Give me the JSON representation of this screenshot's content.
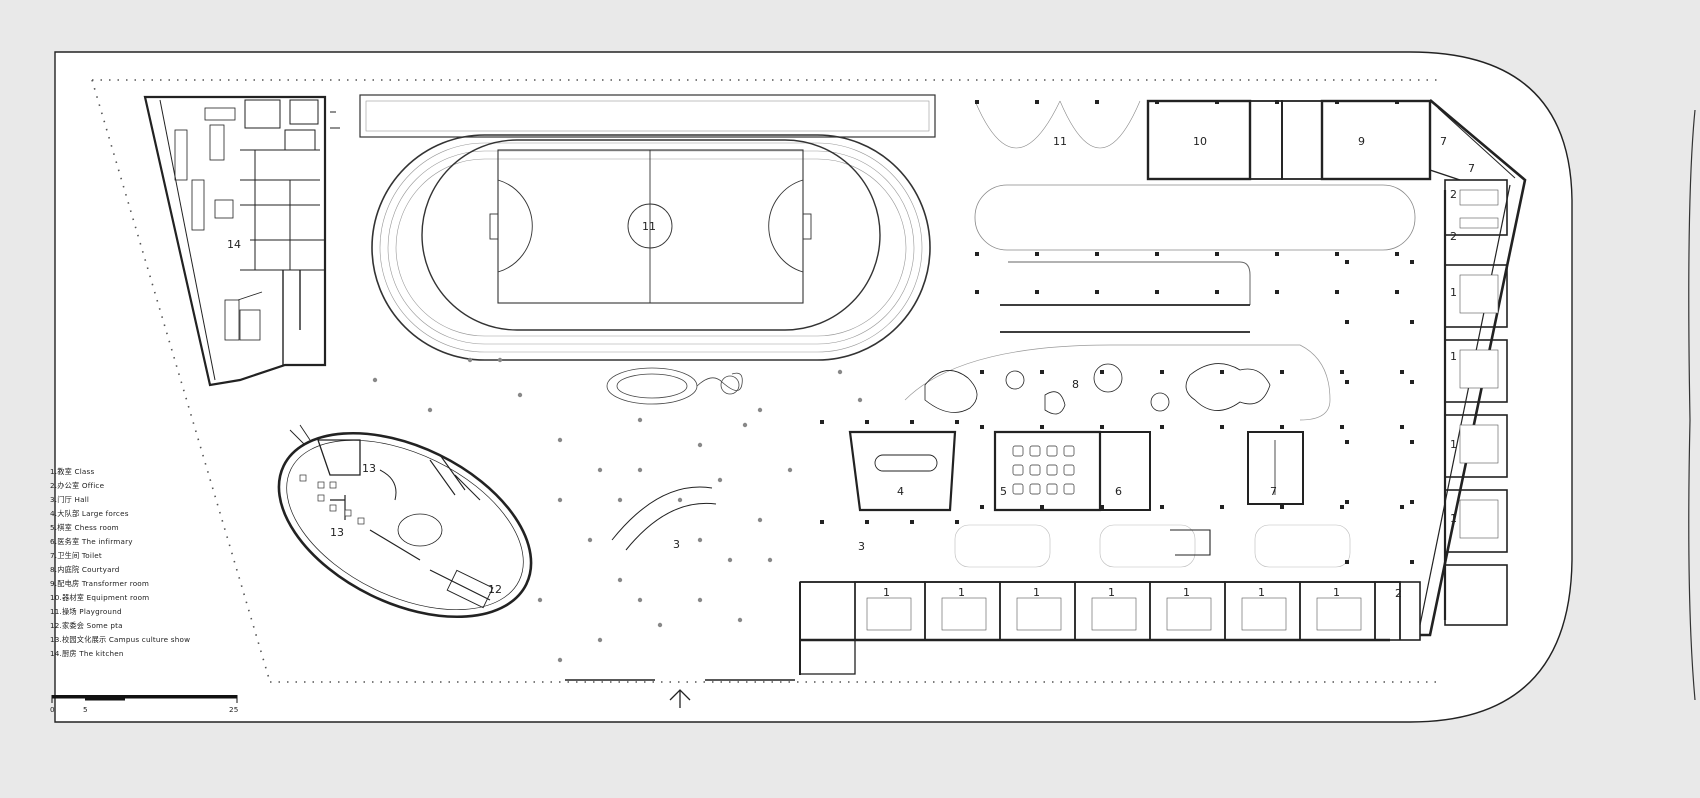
{
  "colors": {
    "page_background": "#e9e9e9",
    "site_fill": "#ffffff",
    "line": "#222222",
    "light_line": "#9a9a9a",
    "dots": "#555555"
  },
  "legend": [
    "1.教室 Class",
    "2.办公室 Office",
    "3.门厅 Hall",
    "4.大队部 Large forces",
    "5.棋室 Chess room",
    "6.医务室 The infirmary",
    "7.卫生间 Toilet",
    "8.内庭院 Courtyard",
    "9.配电房 Transformer room",
    "10.器材室 Equipment room",
    "11.操场 Playground",
    "12.家委会 Some pta",
    "13.校园文化展示 Campus culture show",
    "14.厨房 The kitchen"
  ],
  "scale_bar": {
    "tick_0": "0",
    "tick_1": "5",
    "tick_2": "25"
  },
  "north_arrow_icon": "up-arrow-icon",
  "room_labels": {
    "field_11": "11",
    "court_11": "11",
    "equipment_10": "10",
    "transformer_9": "9",
    "toilet_7_top_a": "7",
    "toilet_7_top_b": "7",
    "office_2_a": "2",
    "office_2_b": "2",
    "office_2_c": "2",
    "class_1_r1": "1",
    "class_1_r2": "1",
    "class_1_r3": "1",
    "class_1_r4": "1",
    "class_1_b1": "1",
    "class_1_b2": "1",
    "class_1_b3": "1",
    "class_1_b4": "1",
    "class_1_b5": "1",
    "class_1_b6": "1",
    "class_1_b7": "1",
    "courtyard_8": "8",
    "forces_4": "4",
    "chess_5": "5",
    "infirmary_6": "6",
    "toilet_7_mid": "7",
    "hall_3_a": "3",
    "hall_3_b": "3",
    "culture_13_a": "13",
    "culture_13_b": "13",
    "pta_12": "12",
    "kitchen_14": "14"
  }
}
